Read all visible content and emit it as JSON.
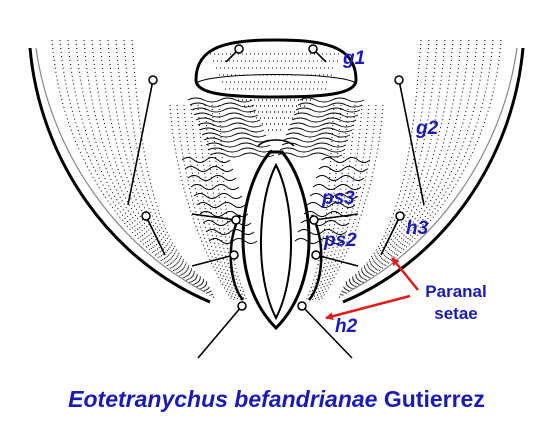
{
  "colors": {
    "line": "#000000",
    "label": "#1a1ab8",
    "arrow": "#e31b1b"
  },
  "labels": {
    "g1": "g1",
    "g2": "g2",
    "ps3": "ps3",
    "ps2": "ps2",
    "h3": "h3",
    "h2": "h2",
    "paranal_line1": "Paranal",
    "paranal_line2": "setae"
  },
  "caption": {
    "species": "Eotetranychus befandrianae",
    "author": "Gutierrez"
  }
}
